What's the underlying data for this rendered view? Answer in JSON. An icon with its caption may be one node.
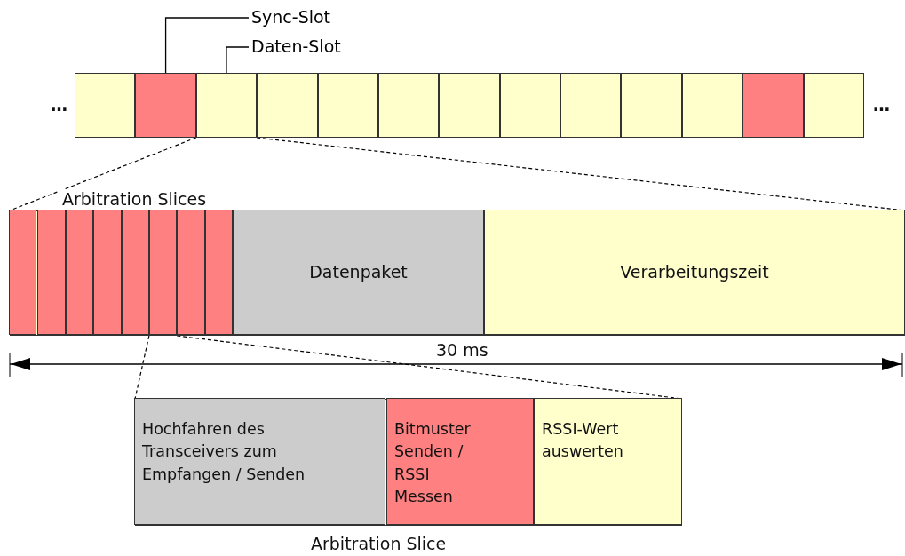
{
  "diagram": {
    "nodes": [
      {
        "text": [
          "Sync-Slot"
        ]
      },
      {
        "text": [
          "Daten-Slot"
        ]
      },
      {
        "text": [],
        "shape": "box",
        "beside": [
          "…"
        ]
      },
      {
        "text": [],
        "shape": "box"
      },
      {
        "text": [],
        "shape": "box"
      },
      {
        "text": [],
        "shape": "box"
      },
      {
        "text": [],
        "shape": "box"
      },
      {
        "text": [],
        "shape": "box"
      },
      {
        "text": [],
        "shape": "box"
      },
      {
        "text": [],
        "shape": "box"
      },
      {
        "text": [],
        "shape": "box"
      },
      {
        "text": [],
        "shape": "box"
      },
      {
        "text": [],
        "shape": "box"
      },
      {
        "text": [],
        "shape": "box"
      },
      {
        "text": [],
        "shape": "box",
        "beside": [
          "…"
        ]
      },
      {
        "text": [],
        "shape": "box"
      },
      {
        "text": [],
        "shape": "box",
        "in": 15
      },
      {
        "text": [],
        "shape": "box",
        "in": 15
      },
      {
        "text": [],
        "shape": "box",
        "in": 15
      },
      {
        "text": [],
        "shape": "box",
        "in": 15
      },
      {
        "text": [],
        "shape": "box",
        "in": 15
      },
      {
        "text": [],
        "shape": "box",
        "in": 15
      },
      {
        "text": [],
        "shape": "box",
        "in": 15
      },
      {
        "text": [],
        "shape": "box",
        "in": 15
      },
      {
        "text": [
          "Datenpaket"
        ],
        "in": 15
      },
      {
        "text": [
          "Verarbeitungszeit"
        ],
        "in": 15
      },
      {
        "text": [],
        "shape": "box"
      },
      {
        "text": [
          "Hochfahren des Transceivers zum Empfangen / Senden"
        ],
        "in": 26
      },
      {
        "text": [
          "Bitmuster Senden / RSSI Messen"
        ],
        "in": 26
      },
      {
        "text": [
          "RSSI-Wert auswerten"
        ],
        "in": 26
      }
    ],
    "edges": [
      {
        "from": 0,
        "to": 3,
        "arrow": "none"
      },
      {
        "from": 1,
        "to": 4,
        "arrow": "none"
      },
      {
        "from": 4,
        "to": 15,
        "arrow": "none",
        "style": "dashed"
      },
      {
        "from": 4,
        "to": 15,
        "arrow": "none",
        "style": "dashed"
      },
      {
        "from": 21,
        "to": 26,
        "arrow": "none",
        "style": "dashed"
      },
      {
        "from": 21,
        "to": 26,
        "arrow": "none",
        "style": "dashed"
      }
    ],
    "labels": [
      "Arbitration Slices",
      "30 ms",
      "Arbitration Slice"
    ]
  }
}
